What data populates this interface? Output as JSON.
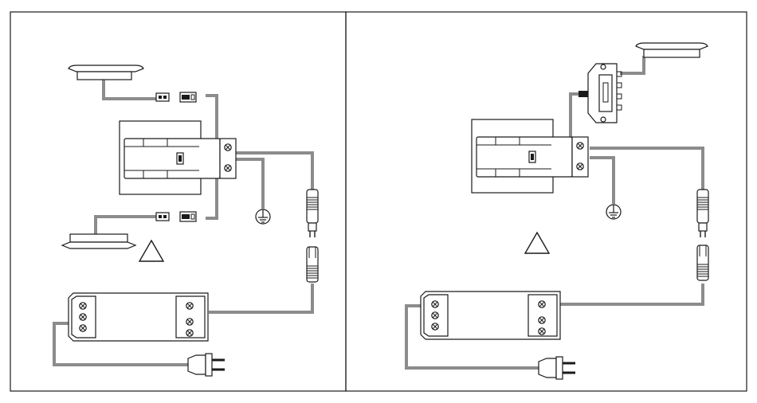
{
  "diagram": {
    "panels": [
      {
        "id": "left",
        "components": [
          "led-light-top",
          "led-light-bottom",
          "connector-pair-top",
          "connector-pair-bottom",
          "switch-unit",
          "ground-symbol",
          "inline-plug",
          "inline-socket",
          "led-driver",
          "mains-plug",
          "warning-triangle"
        ]
      },
      {
        "id": "right",
        "components": [
          "led-light",
          "distributor-box",
          "switch-unit",
          "ground-symbol",
          "inline-plug",
          "inline-socket",
          "led-driver",
          "mains-plug",
          "warning-triangle"
        ]
      }
    ],
    "colors": {
      "frame": "#1a1a1a",
      "wire": "#8c8c8c",
      "background": "#ffffff"
    }
  }
}
